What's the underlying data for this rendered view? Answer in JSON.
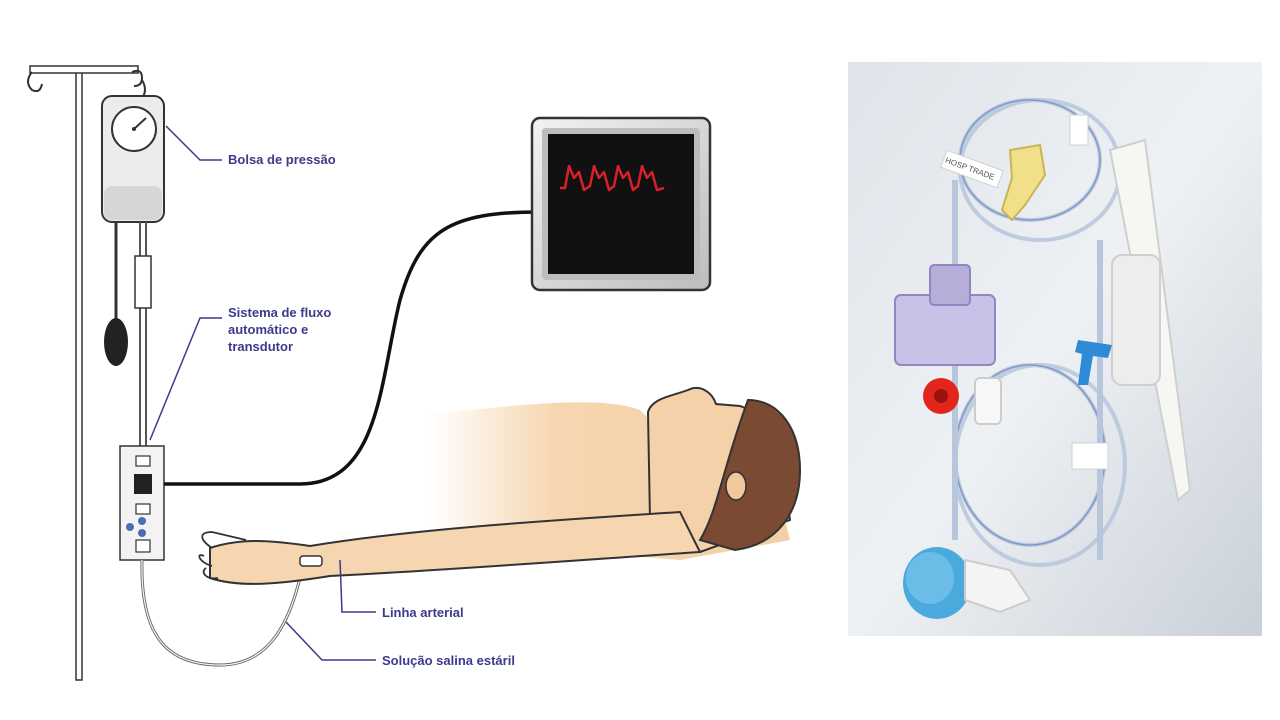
{
  "labels": {
    "pressure_bag": "Bolsa de pressão",
    "flush_system": [
      "Sistema de fluxo",
      "automático e",
      "transdutor"
    ],
    "arterial_line": "Linha arterial",
    "saline": "Solução salina estáril"
  },
  "photo": {
    "tag_text": "HOSP TRADE"
  },
  "colors": {
    "label_blue": "#3b3a8c",
    "waveform_red": "#d8202a",
    "skin": "#f6d6b0",
    "hair": "#7a4a32"
  }
}
